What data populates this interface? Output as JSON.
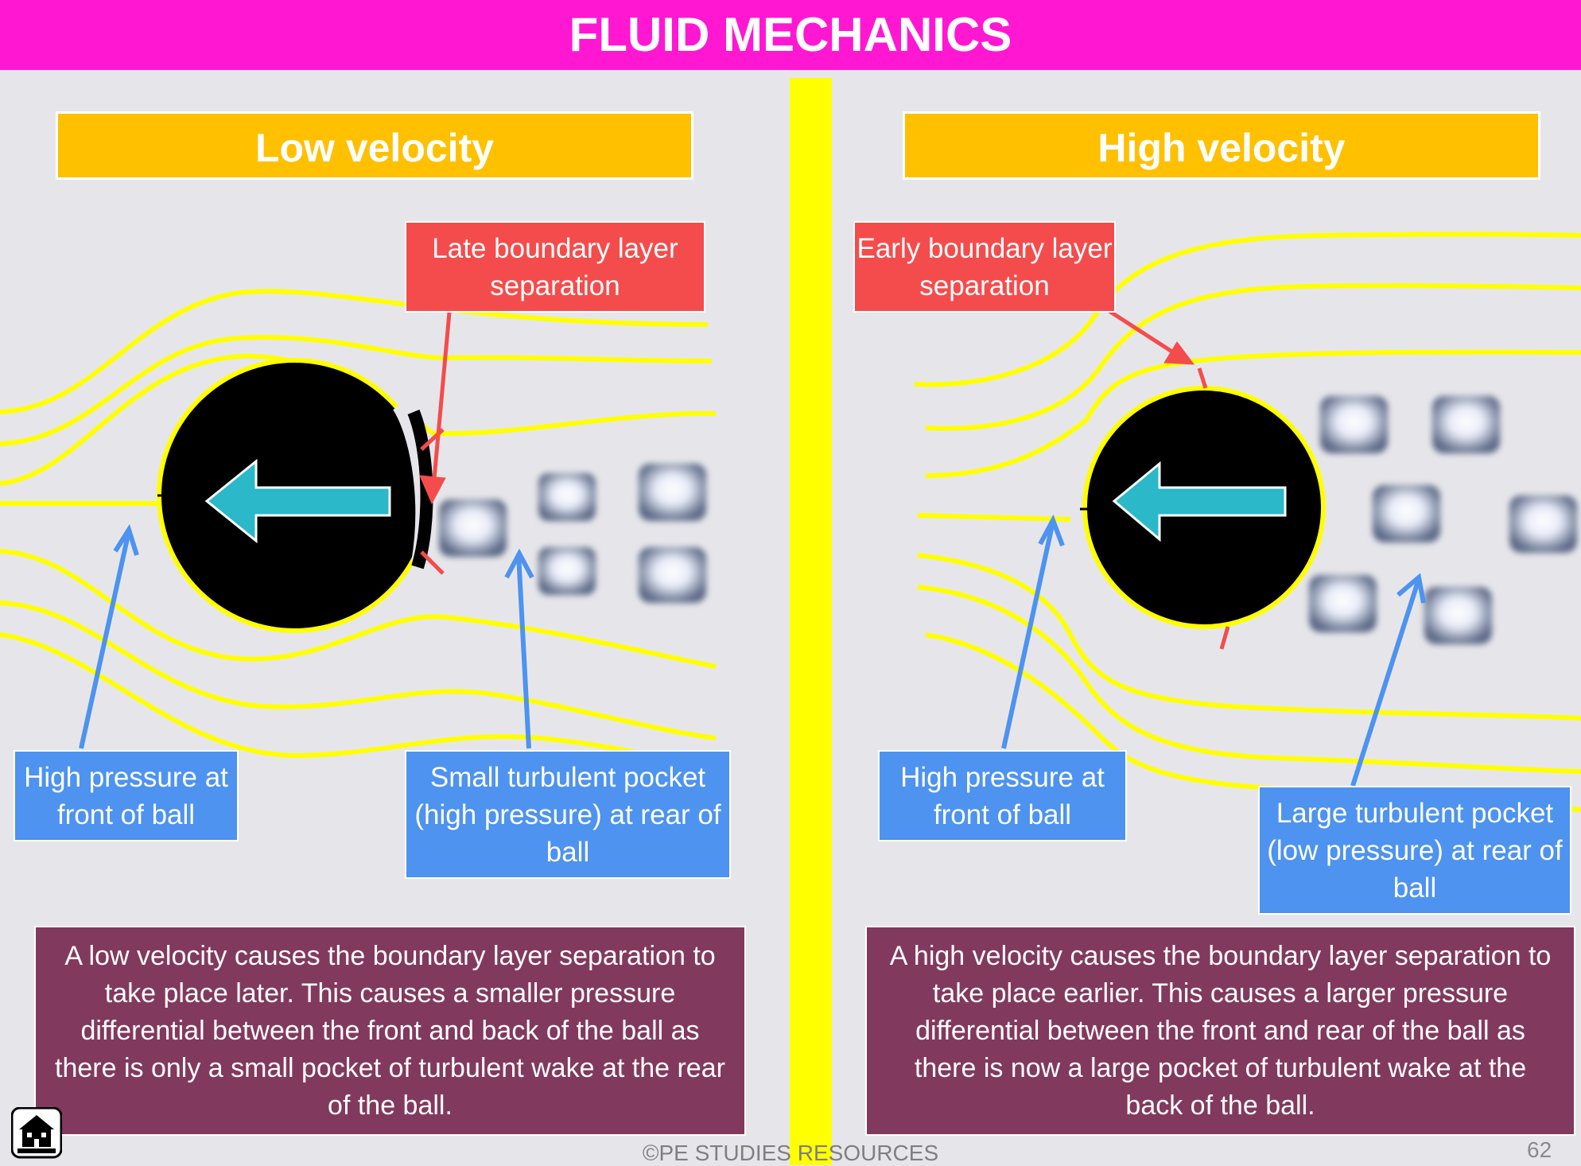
{
  "header": {
    "title": "FLUID MECHANICS"
  },
  "left": {
    "title": "Low velocity",
    "separation_label": "Late boundary layer separation",
    "front_label": "High pressure at front of ball",
    "rear_label": "Small turbulent pocket (high pressure) at rear of ball",
    "description": "A low velocity causes the boundary layer separation to take place later. This causes a smaller pressure differential between the front and back of the ball as there is only a small pocket of turbulent wake at the rear of the ball."
  },
  "right": {
    "title": "High velocity",
    "separation_label": "Early boundary layer separation",
    "front_label": "High pressure at front of ball",
    "rear_label": "Large turbulent pocket (low pressure) at rear of ball",
    "description": "A high velocity causes the boundary layer separation to take place earlier. This causes a larger pressure differential between the front and rear of the ball as there is now a large pocket of turbulent wake at the back of the ball."
  },
  "footer": {
    "copyright": "©PE STUDIES RESOURCES",
    "page_number": "62"
  },
  "colors": {
    "header": "#ff17d2",
    "divider": "#ffff00",
    "title_box": "#ffc000",
    "red_label": "#f44c4c",
    "blue_label": "#4d93ef",
    "purple_box": "#82395e",
    "streamline": "#ffff00",
    "ball": "#000000",
    "motion_arrow": "#2bb8c8"
  },
  "icons": {
    "home": "home-icon",
    "motion": "arrow-left-icon"
  }
}
